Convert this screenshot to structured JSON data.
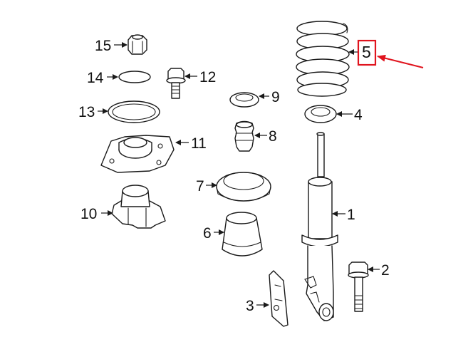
{
  "diagram": {
    "callouts": [
      {
        "id": "1",
        "text": "1"
      },
      {
        "id": "2",
        "text": "2"
      },
      {
        "id": "3",
        "text": "3"
      },
      {
        "id": "4",
        "text": "4"
      },
      {
        "id": "5",
        "text": "5"
      },
      {
        "id": "6",
        "text": "6"
      },
      {
        "id": "7",
        "text": "7"
      },
      {
        "id": "8",
        "text": "8"
      },
      {
        "id": "9",
        "text": "9"
      },
      {
        "id": "10",
        "text": "10"
      },
      {
        "id": "11",
        "text": "11"
      },
      {
        "id": "12",
        "text": "12"
      },
      {
        "id": "13",
        "text": "13"
      },
      {
        "id": "14",
        "text": "14"
      },
      {
        "id": "15",
        "text": "15"
      }
    ],
    "highlight": {
      "callout": "5",
      "box_color": "#e0141e",
      "arrow_color": "#e0141e"
    }
  }
}
